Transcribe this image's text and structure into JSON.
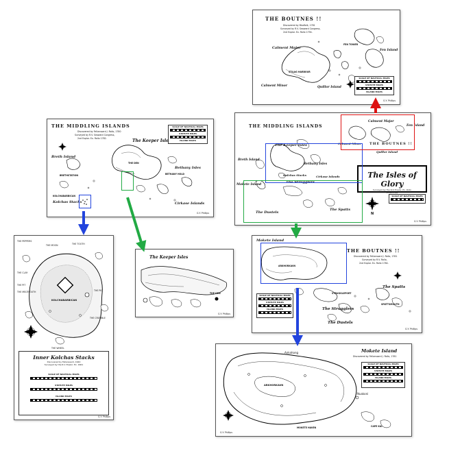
{
  "colors": {
    "blue": "#2244dd",
    "green": "#22aa44",
    "red": "#dd1111"
  },
  "boutnes_top": {
    "title": "THE BOUTNES !!",
    "subtitle": "Discovered by Blodfolk, 1781",
    "surveyed": "Surveyed by R.V. Seaward Congress,",
    "date": "2nd Explor. Ex. Rollo 1794.",
    "labels": {
      "calment_major": "Calment Major",
      "fen_island": "Fen Island",
      "calment_minor": "Calment Minor",
      "quillor_island": "Quillor Island",
      "fen_tower": "FEN TOWER",
      "stilag_harbour": "STILAG HARBOUR"
    },
    "scale": {
      "nautical": "SCALE OF NAUTICAL MILES",
      "statute": "STATUTE MILES",
      "island": "ISLAND MILES"
    }
  },
  "glory": {
    "middling": "THE MIDDLING ISLANDS",
    "boutnes": "THE BOUTNES !!",
    "cartouche_title": "The Isles of Glory",
    "cartouche_sub1": "Surveyed by the 2nd Explor. Ex. Rollo",
    "cartouche_sub2": "1781-1794",
    "labels": {
      "keeper": "The Keeper Isles",
      "breth": "Breth Island",
      "bethany": "Bethany Isles",
      "kolchas": "Kolchas Stacks",
      "cirkase": "Cirkase Islands",
      "calment_major": "Calment Major",
      "fen": "Fen Island",
      "calment_minor": "Calment Minor",
      "quillor": "Quillor Island",
      "mokete": "Mokete Island",
      "strugglers": "The Strugglers",
      "dustels": "The Dustels",
      "spatts": "The Spatts"
    },
    "scale": "SCALE OF NAUTICAL MILES"
  },
  "middling": {
    "title": "THE MIDDLING ISLANDS",
    "subtitle": "Discovered by Fellanssard J. Rollo, 1780",
    "surveyed": "Surveyed by R.V. Seaward Congress,",
    "date": "2nd Explor. Ex. Rollo 1782.",
    "labels": {
      "keeper": "The Keeper Isles",
      "breth": "Breth Island",
      "bethany": "Bethany Isles",
      "kolchas": "Kolchas Stacks",
      "cirkase": "Cirkase Islands",
      "den": "THE DEN",
      "bethany_hold": "BETHANY HOLD",
      "breth_town": "BRETHSTATION",
      "kolchabarbican": "KOLCHABARBICAN"
    },
    "scale": {
      "nautical": "SCALE OF NAUTICAL MILES",
      "statute": "STATUTE MILES",
      "island": "ISLAND MILES"
    }
  },
  "boutnes_mid": {
    "title": "THE BOUTNES !!",
    "subtitle": "Discovered by Fellanssard J. Rollo, 1781",
    "surveyed": "Surveyed by R.V. Rollo,",
    "date": "2nd Explor. Ex. Rollo 1784.",
    "labels": {
      "mokete": "Mokete Island",
      "arkhorkavn": "ARKHORKAVN",
      "struggleport": "STRUGGLEPORT",
      "strugglers": "The Strugglers",
      "dustels": "The Dustels",
      "spatts": "The Spatts",
      "spattsmouth": "SPATTSMOUTH"
    },
    "scale": {
      "nautical": "SCALE OF NAUTICAL MILES",
      "statute": "STATUTE MILES",
      "island": "ISLAND MILES"
    }
  },
  "kolchas": {
    "title": "Inner Kolchas Stacks",
    "subtitle": "Discovered by Fellanssard, 1640",
    "surveyed": "Surveyed by the R.V. Explor. Ex. 1661",
    "labels": {
      "kolchabarbican": "KOLCHABARBICAN",
      "moon": "THE MOON",
      "tooth": "THE TOOTH",
      "clay": "THE CLAY",
      "pit": "THE PIT",
      "meltmouth": "THE MELTMOUTH",
      "wheel": "THE WHEEL",
      "pig": "THE PIG",
      "crumble": "THE CRUMBLE",
      "peppers": "THE PEPPERS"
    },
    "scale": {
      "nautical": "SCALE OF NAUTICAL MILES",
      "statute": "STATUTE MILES",
      "island": "ISLAND MILES"
    }
  },
  "den": {
    "labels": {
      "keeper": "The Keeper Isles",
      "den": "THE DEN"
    }
  },
  "mokete": {
    "title": "Mokete Island",
    "subtitle": "Discovered by Fellanssard J. Rollo, 1781",
    "labels": {
      "ankahong": "Ankahong",
      "arkhorkavn": "ARKHORKAVN",
      "cape_kai": "CAPE KAI",
      "mokete_haven": "MOKETE HAVEN",
      "nuakoni": "Nuakoni"
    },
    "scale": {
      "nautical": "SCALE OF NAUTICAL MILES",
      "statute": "STATUTE MILES",
      "island": "ISLAND MILES"
    }
  },
  "signature": "G.Y. Phillips",
  "compass_letter": "N"
}
